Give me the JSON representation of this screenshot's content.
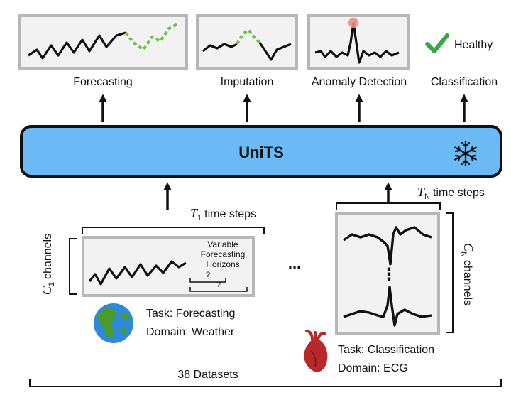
{
  "model": {
    "name": "UniTS"
  },
  "tasks": {
    "forecasting": "Forecasting",
    "imputation": "Imputation",
    "anomaly_detection": "Anomaly Detection",
    "classification": "Classification",
    "classification_result": "Healthy"
  },
  "left_input": {
    "time_steps_var": "T",
    "time_steps_sub": "1",
    "time_steps_text": "time steps",
    "channels_var": "C",
    "channels_sub": "1",
    "channels_text": "channels",
    "horizon_label_line1": "Variable",
    "horizon_label_line2": "Forecasting",
    "horizon_label_line3": "Horizons",
    "horizon_q1": "?",
    "horizon_q2": "?",
    "task": "Task: Forecasting",
    "domain": "Domain: Weather"
  },
  "ellipsis": "...",
  "vertical_ellipsis": "⋮",
  "right_input": {
    "time_steps_var": "T",
    "time_steps_sub": "N",
    "time_steps_text": "time steps",
    "channels_var": "C",
    "channels_sub": "N",
    "channels_text": "channels",
    "task": "Task: Classification",
    "domain": "Domain: ECG"
  },
  "datasets": "38 Datasets",
  "colors": {
    "model_fill": "#6cbaf5",
    "panel_fill": "#f2f2f2",
    "panel_border": "#b7b7b7",
    "dashed_green": "#6fbf4a",
    "check_green": "#3aa543",
    "anomaly_dot": "#f08b80",
    "heart_red": "#b7282a",
    "globe_blue": "#2e8ad8",
    "globe_green": "#4c9a2a"
  },
  "icons": [
    "snowflake-icon",
    "checkmark-icon",
    "globe-icon",
    "heart-icon"
  ]
}
